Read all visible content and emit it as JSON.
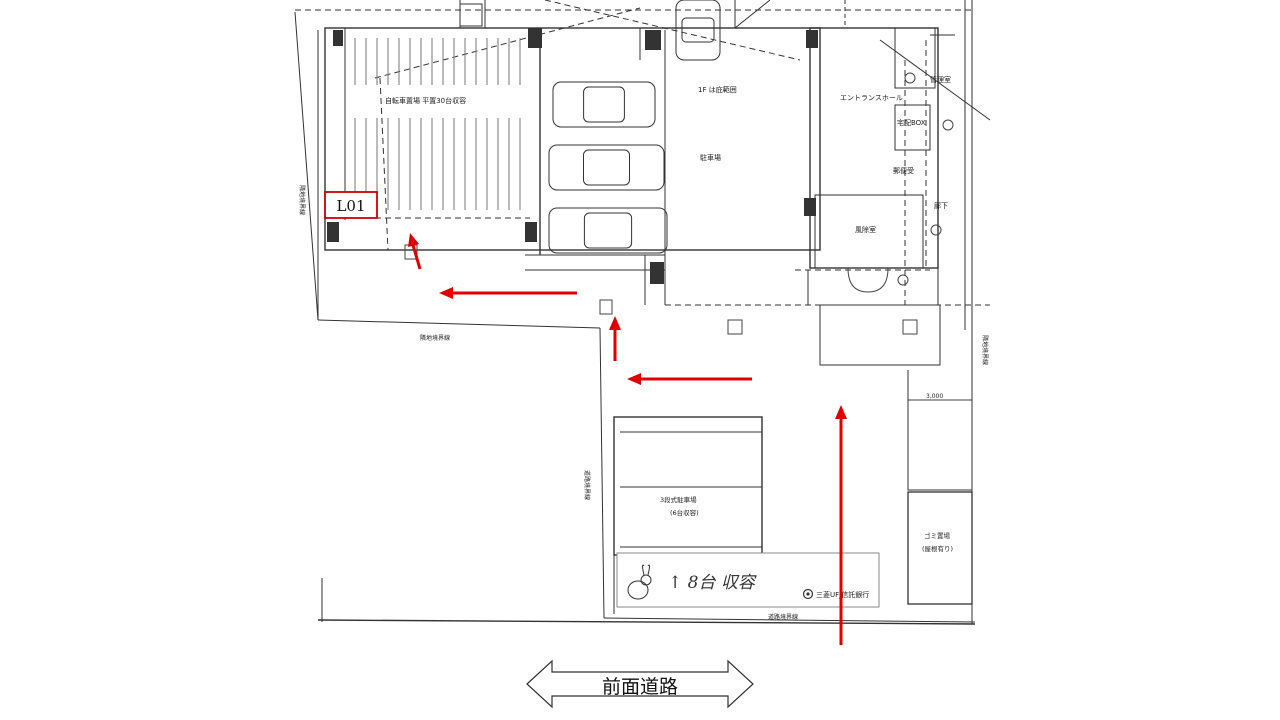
{
  "plan": {
    "bicycle_parking": "自転車置場 平置30台収容",
    "parking_lot": "駐車場",
    "entrance_hall": "エントランスホール",
    "manager_room": "管理室",
    "room_wind": "風除室",
    "hallway": "廊下",
    "delivery_box": "宅配BOX",
    "mail_box": "郵便受",
    "upper_floor_note": "1F は庇範囲",
    "site_boundary": "隣地境界線",
    "road_boundary": "道路境界線",
    "mech_parking": "3段式駐車場",
    "mech_capacity": "(6台収容)",
    "garbage": "ゴミ置場",
    "garbage_sub": "(屋根有り)",
    "dimension": "3,000",
    "handwritten": "↑ 8台 収容",
    "bank_label": "三菱UFJ信託銀行",
    "bank_mark_text": "UFJ",
    "marker_label": "L01"
  },
  "front_road": {
    "label": "前面道路"
  },
  "colors": {
    "arrow": "#e00000",
    "line": "#333333",
    "marker_border": "#cc0000"
  }
}
